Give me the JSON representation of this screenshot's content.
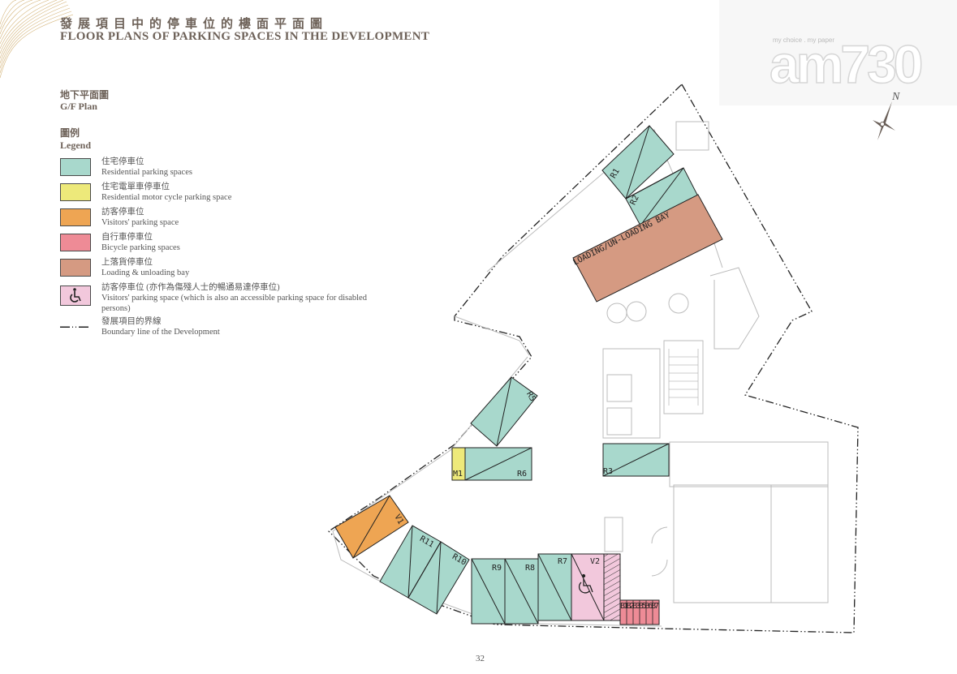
{
  "header": {
    "title_cn": "發展項目中的停車位的樓面平面圖",
    "title_en": "FLOOR PLANS OF PARKING SPACES IN THE DEVELOPMENT"
  },
  "plan": {
    "name_cn": "地下平面圖",
    "name_en": "G/F Plan"
  },
  "legend": {
    "title_cn": "圖例",
    "title_en": "Legend",
    "items": [
      {
        "cn": "住宅停車位",
        "en": "Residential parking spaces",
        "color": "#a8d8cc"
      },
      {
        "cn": "住宅電單車停車位",
        "en": "Residential motor cycle parking space",
        "color": "#ede97a"
      },
      {
        "cn": "訪客停車位",
        "en": "Visitors' parking space",
        "color": "#eea553"
      },
      {
        "cn": "自行車停車位",
        "en": "Bicycle parking spaces",
        "color": "#ee8b96"
      },
      {
        "cn": "上落貨停車位",
        "en": "Loading & unloading bay",
        "color": "#d59a82"
      },
      {
        "cn": "訪客停車位 (亦作為傷殘人士的暢通易達停車位)",
        "en": "Visitors' parking space (which is also an accessible parking space for disabled persons)",
        "color": "#f2c8dc",
        "icon": "wheelchair-icon"
      },
      {
        "cn": "發展項目的界線",
        "en": "Boundary line of the Development",
        "icon": "dash-dot-line"
      }
    ]
  },
  "spaces": {
    "R1": "R1",
    "R2": "R2",
    "R3": "R3",
    "R5": "R5",
    "R6": "R6",
    "R7": "R7",
    "R8": "R8",
    "R9": "R9",
    "R10": "R10",
    "R11": "R11",
    "M1": "M1",
    "V1": "V1",
    "V2": "V2",
    "bicycles": "B1B2B3B5B6B7",
    "loading": "LOADING/UN-LOADING BAY"
  },
  "compass": {
    "label": "N"
  },
  "watermark": {
    "brand": "am730",
    "tagline": "my choice . my paper"
  },
  "footer": {
    "page_number": "32"
  }
}
